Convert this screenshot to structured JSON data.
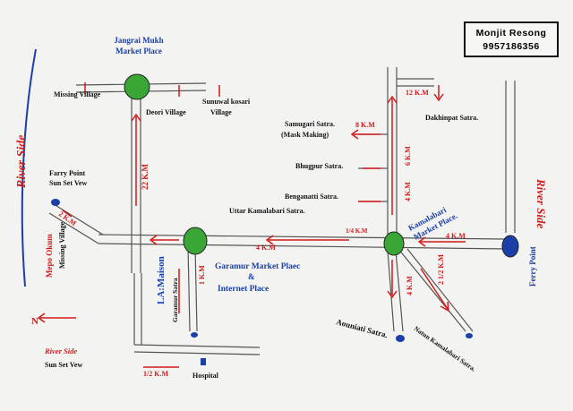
{
  "contact": {
    "name": "Monjit Resong",
    "phone": "9957186356"
  },
  "places": {
    "jangrai": [
      "Jangrai Mukh",
      "Market Place"
    ],
    "missing_village_top": "Missing Village",
    "deori_village": "Deori Village",
    "sunuwal": [
      "Sunuwal kosari",
      "Village"
    ],
    "farry_point": [
      "Farry Point",
      "Sun Set Vew"
    ],
    "missing_village_left": "Missing Village",
    "mepo_okum": "Mepo Okum",
    "la_maison": "LA:Maison",
    "garamur_satra": "Garamur Satra",
    "garamur_market": [
      "Garamur Market Plaec",
      "&",
      "Internet Place"
    ],
    "hospital": "Hospital",
    "sun_set_bottom": "Sun Set Vew",
    "river_side_bottom": "River Side",
    "river_side_left": "River Side",
    "river_side_right": "River Side",
    "ferry_point_right": "Ferry Point",
    "samugari": [
      "Samugari Satra.",
      "(Mask Making)"
    ],
    "bhugpur": "Bhugpur Satra.",
    "benganatti": "Benganatti Satra.",
    "uttar_kamalabari": "Uttar Kamalabari Satra.",
    "kamalabari_market": [
      "Kamalabari",
      "Market Place."
    ],
    "dakhinpat": "Dakhinpat Satra.",
    "aouniati": [
      "Aouniati Satra."
    ],
    "natun_kamalabari": "Natun Kamalabari Satra.",
    "north": "N"
  },
  "distances": {
    "d12km": "12 K.M",
    "d8km": "8 K.M",
    "d6km": "6 K.M",
    "d4km_vert": "4 K.M",
    "d4km_a": "4 K.M",
    "d4km_b": "4 K.M",
    "d4km_c": "4 K.M",
    "d4km_d": "4 K.M",
    "d22km": "22 K.M",
    "d1km": "1 K.M",
    "d2km": "2 K.M",
    "d1km_frac": "1/4 K.M",
    "d2km_frac": "2 1/2 K.M",
    "d_half_km": "1/2 K.M"
  },
  "colors": {
    "red": "#d11a1a",
    "blue": "#1a3fa8",
    "green": "#3aa635"
  }
}
